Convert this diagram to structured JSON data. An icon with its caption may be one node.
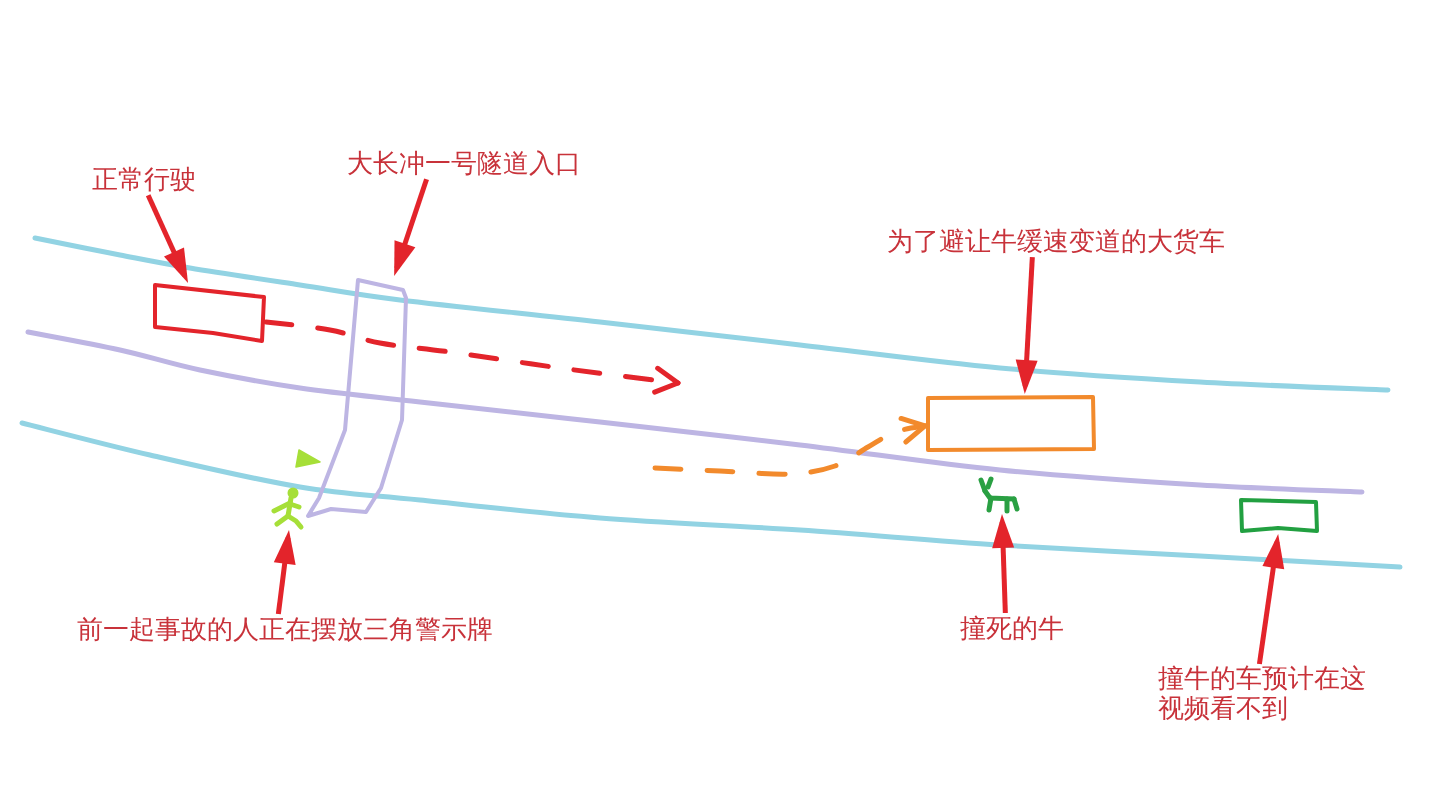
{
  "diagram": {
    "nodes": [
      {
        "text": [
          "正常行驶"
        ]
      },
      {
        "text": [
          "大长冲一号隧道入口"
        ]
      },
      {
        "text": [
          "为了避让牛缓速变道的大货车"
        ]
      },
      {
        "text": [],
        "shape": "box"
      },
      {
        "text": [],
        "shape": "person"
      },
      {
        "text": [],
        "shape": "box"
      },
      {
        "text": [],
        "shape": "box"
      },
      {
        "text": [],
        "shape": "picture"
      },
      {
        "text": [],
        "shape": "box"
      },
      {
        "text": [
          "前一起事故的人正在摆放三角警示牌"
        ]
      },
      {
        "text": [
          "撞死的牛"
        ]
      },
      {
        "text": [
          "撞牛的车预计在这视频看不到"
        ]
      }
    ],
    "edges": [
      {
        "from": 0,
        "to": 3,
        "arrow": "to"
      },
      {
        "from": 1,
        "to": 5,
        "arrow": "to"
      },
      {
        "from": 2,
        "to": 6,
        "arrow": "to"
      },
      {
        "from": 3,
        "to": null,
        "arrow": "to",
        "style": "dashed"
      },
      {
        "from": null,
        "to": 6,
        "arrow": "to",
        "style": "dashed",
        "color": "#f28a2c"
      },
      {
        "from": 9,
        "to": 4,
        "arrow": "to"
      },
      {
        "from": 10,
        "to": 7,
        "arrow": "to"
      },
      {
        "from": 11,
        "to": 8,
        "arrow": "to"
      }
    ]
  }
}
